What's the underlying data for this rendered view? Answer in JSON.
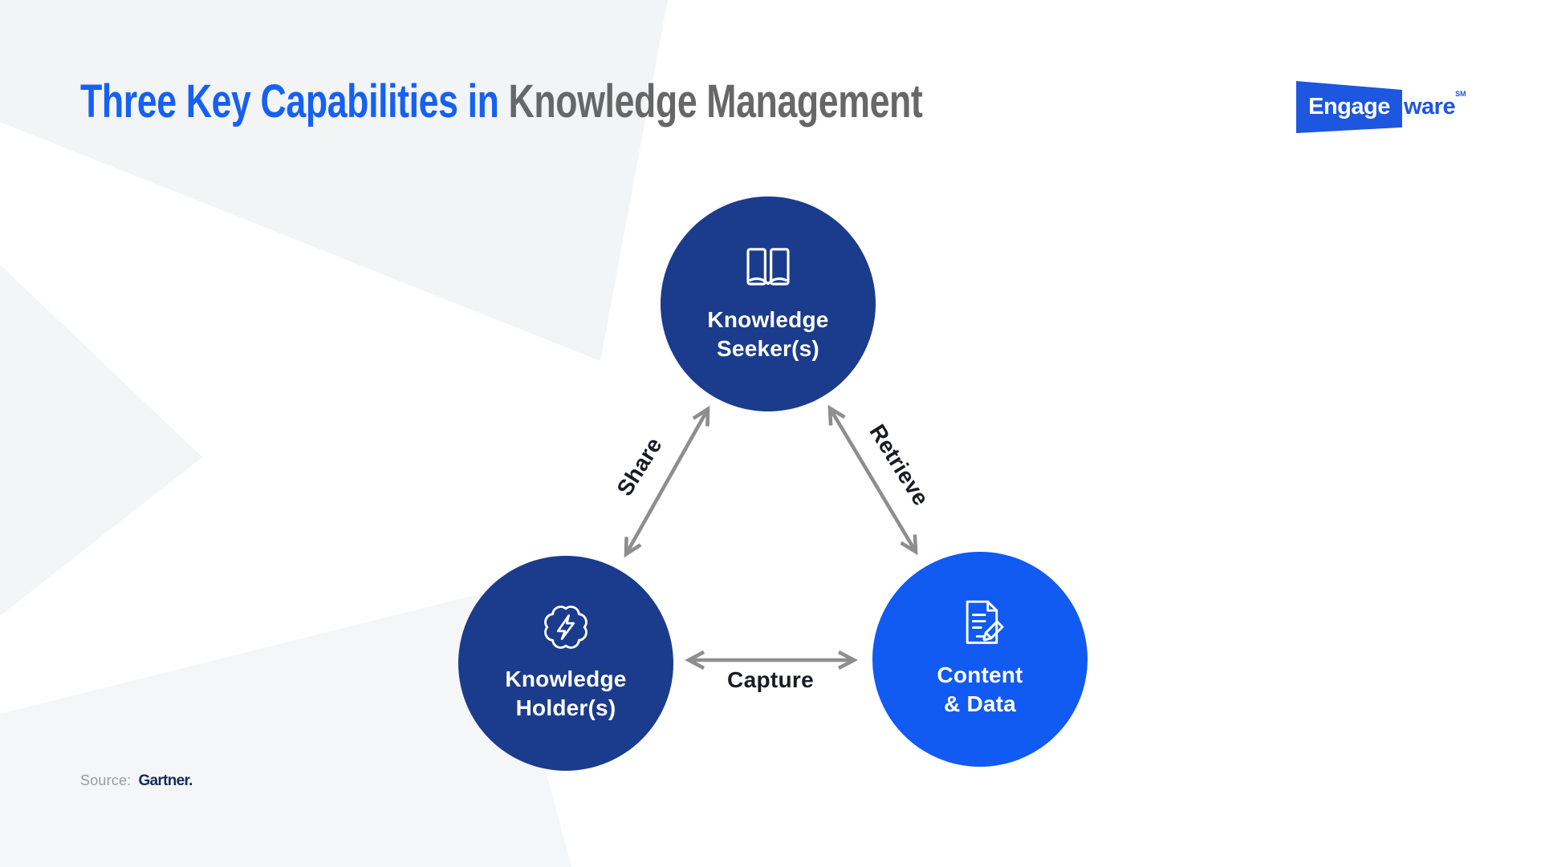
{
  "title": {
    "highlight": "Three Key Capabilities in",
    "rest": "Knowledge Management"
  },
  "logo": {
    "engage": "Engage",
    "ware": "ware",
    "sm": "SM"
  },
  "diagram": {
    "nodes": [
      {
        "id": "knowledge-seekers",
        "line1": "Knowledge",
        "line2": "Seeker(s)",
        "icon": "open-book-icon",
        "fill": "#1b3c8c"
      },
      {
        "id": "knowledge-holders",
        "line1": "Knowledge",
        "line2": "Holder(s)",
        "icon": "brain-lightning-icon",
        "fill": "#1b3c8c"
      },
      {
        "id": "content-data",
        "line1": "Content",
        "line2": "& Data",
        "icon": "document-pencil-icon",
        "fill": "#115af2"
      }
    ],
    "edges": [
      {
        "label": "Share",
        "from": "knowledge-holders",
        "to": "knowledge-seekers",
        "direction": "bidirectional"
      },
      {
        "label": "Retrieve",
        "from": "knowledge-seekers",
        "to": "content-data",
        "direction": "bidirectional"
      },
      {
        "label": "Capture",
        "from": "knowledge-holders",
        "to": "content-data",
        "direction": "bidirectional"
      }
    ]
  },
  "source": {
    "prefix": "Source:",
    "name": "Gartner."
  },
  "colors": {
    "title_accent": "#1660f2",
    "title_muted": "#676767",
    "node_navy": "#1b3c8c",
    "node_bright_blue": "#115af2",
    "arrow_gray": "#8e8e8e",
    "edge_label": "#1a1b24",
    "logo_blue": "#1d56df",
    "background_facet": "#f3f4f5",
    "gartner_navy": "#122d5e"
  }
}
